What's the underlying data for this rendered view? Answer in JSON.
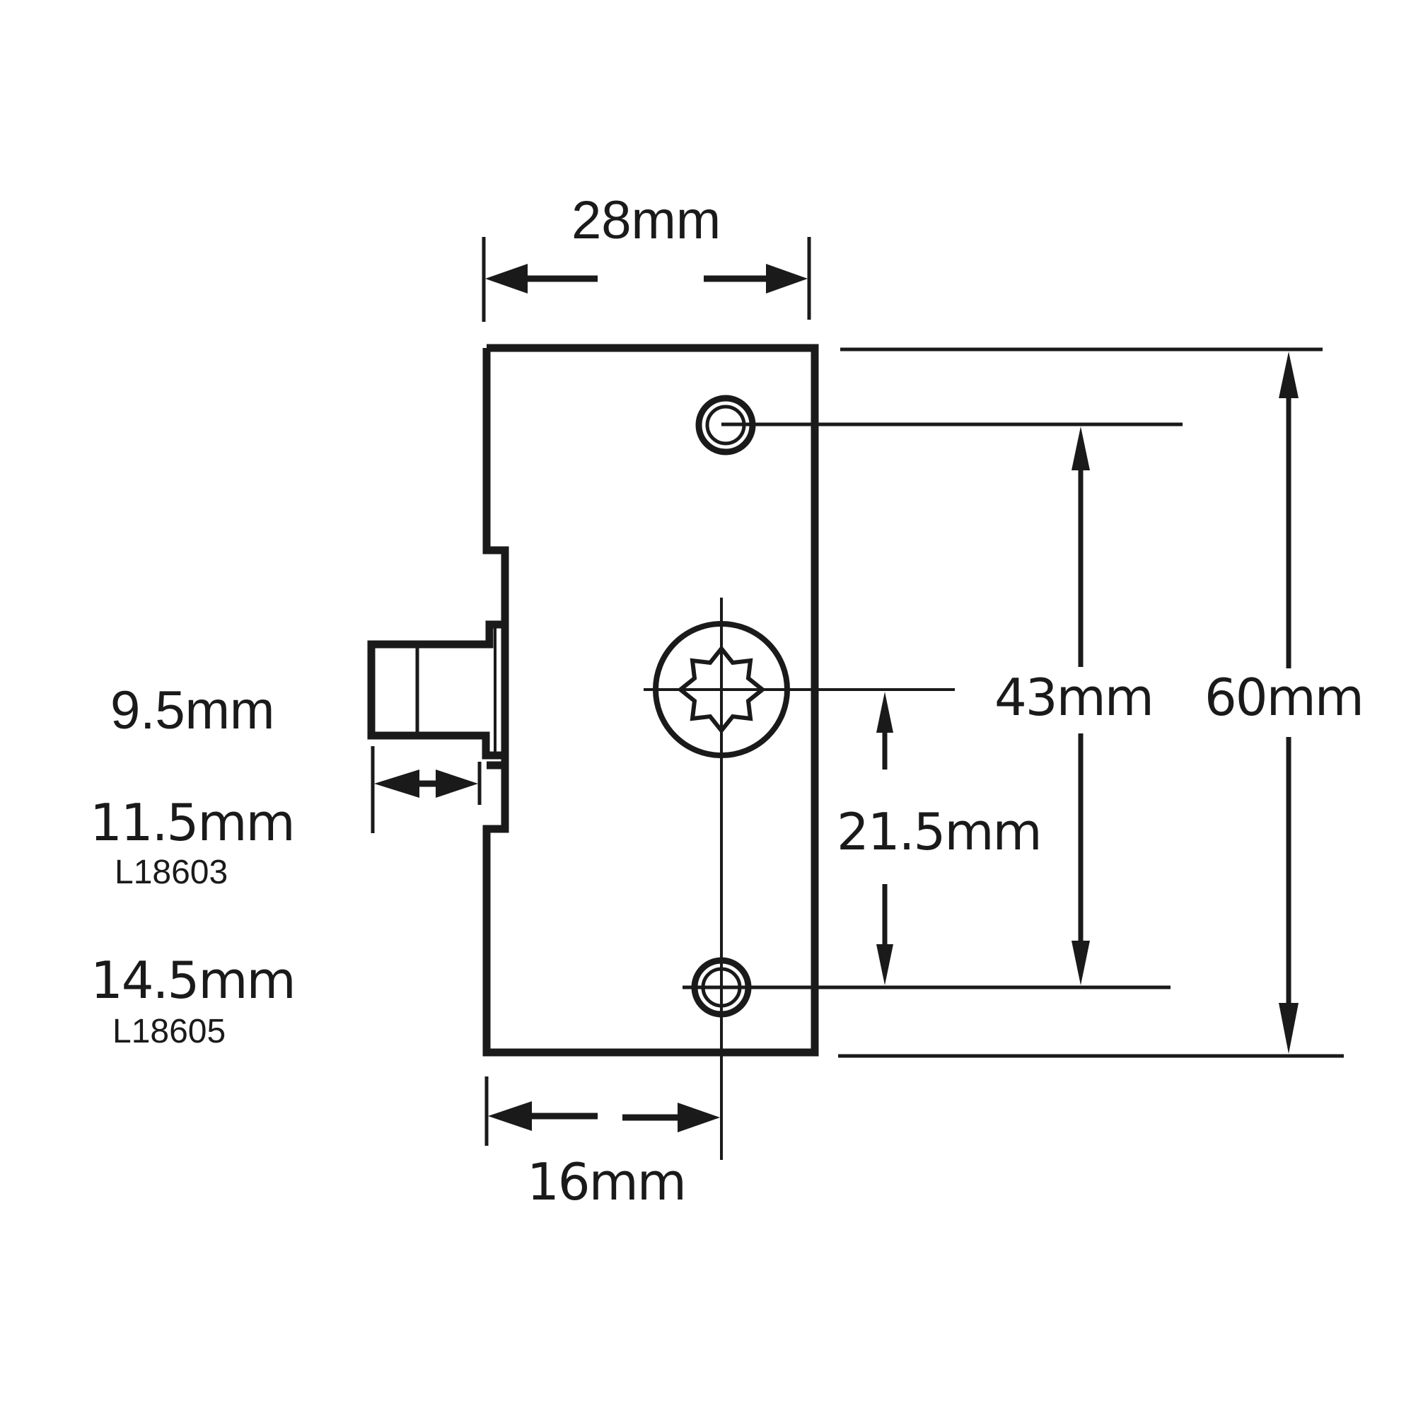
{
  "diagram": {
    "type": "technical-dimension-drawing",
    "subject": "lock case with bolt, spindle hole and two screw holes",
    "line_color": "#1a1a1a",
    "background": "#ffffff"
  },
  "dimensions": {
    "width_top": "28mm",
    "height_total": "60mm",
    "screw_centres": "43mm",
    "spindle_to_screw": "21.5mm",
    "backset": "16mm",
    "bolt_throw": "9.5mm"
  },
  "variants": [
    {
      "size": "11.5mm",
      "code": "L18603"
    },
    {
      "size": "14.5mm",
      "code": "L18605"
    }
  ]
}
